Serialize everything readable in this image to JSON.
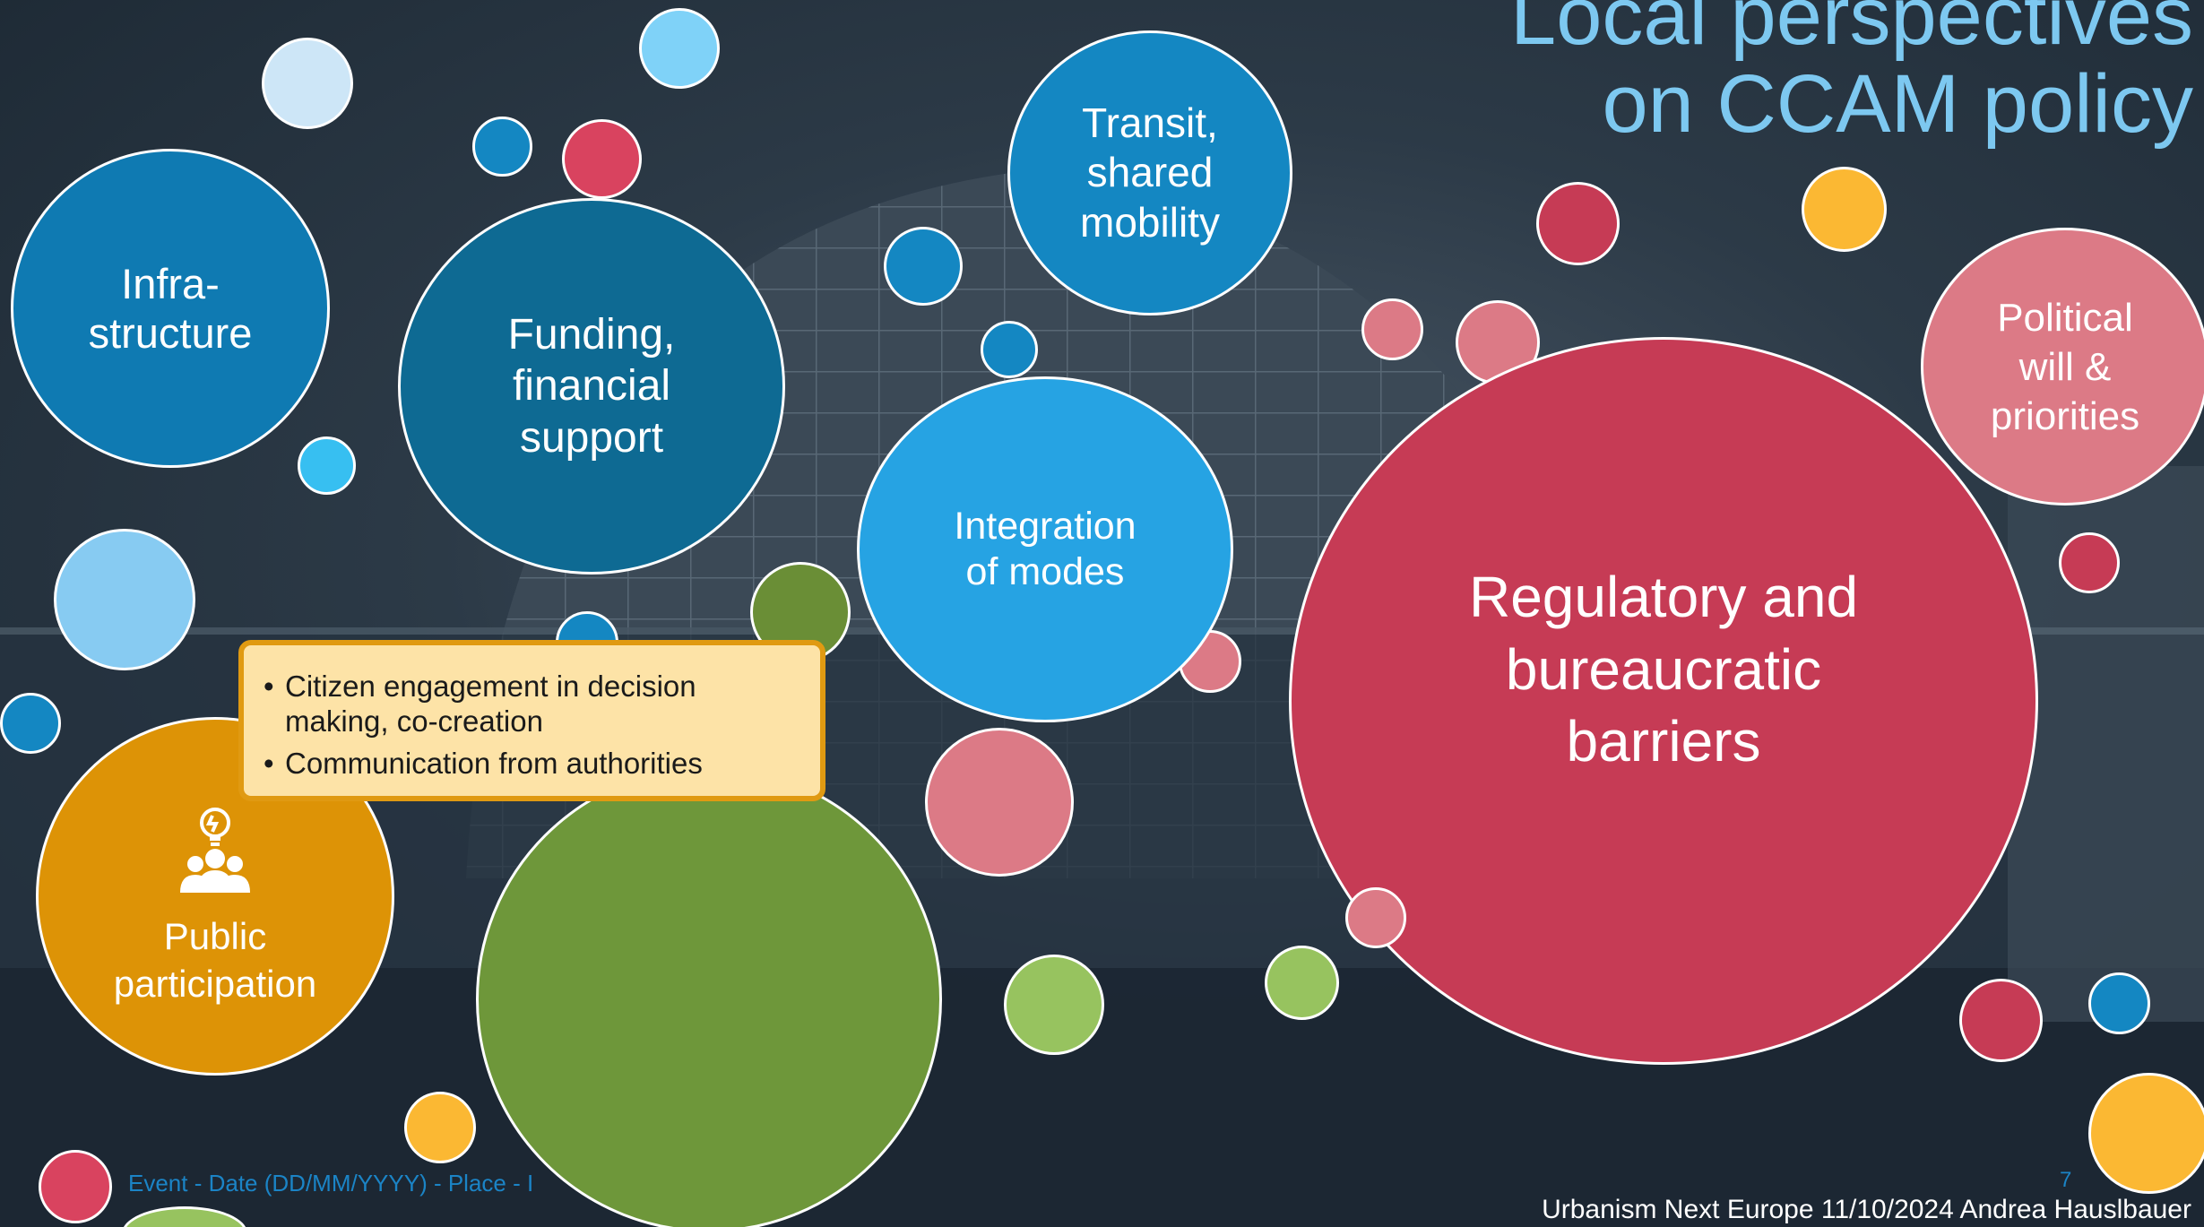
{
  "slide": {
    "title_line1": "Local perspectives",
    "title_line2": "on CCAM policy",
    "footer_event": "Event - Date (DD/MM/YYYY) - Place - I",
    "page_number": "7",
    "footer_credit": "Urbanism Next Europe 11/10/2024 Andrea Hauslbauer"
  },
  "bubbles": {
    "infrastructure": [
      "Infra-",
      "structure"
    ],
    "funding": [
      "Funding,",
      "financial",
      "support"
    ],
    "transit": [
      "Transit,",
      "shared",
      "mobility"
    ],
    "integration": [
      "Integration",
      "of modes"
    ],
    "regulatory": [
      "Regulatory and",
      "bureaucratic",
      "barriers"
    ],
    "political": [
      "Political",
      "will &",
      "priorities"
    ],
    "public_participation": [
      "Public",
      "participation"
    ]
  },
  "callout": {
    "items": [
      "Citizen engagement in decision making, co-creation",
      "Communication from authorities"
    ]
  },
  "icons": [
    "lightbulb-group-icon"
  ],
  "colors": {
    "blue_dark": "#0e6a93",
    "blue_mid": "#1487c2",
    "blue_light": "#26a3e3",
    "red": "#c63b55",
    "pink": "#dc7a86",
    "orange": "#dd9306",
    "green": "#6e973a",
    "title": "#7dc8f0"
  }
}
